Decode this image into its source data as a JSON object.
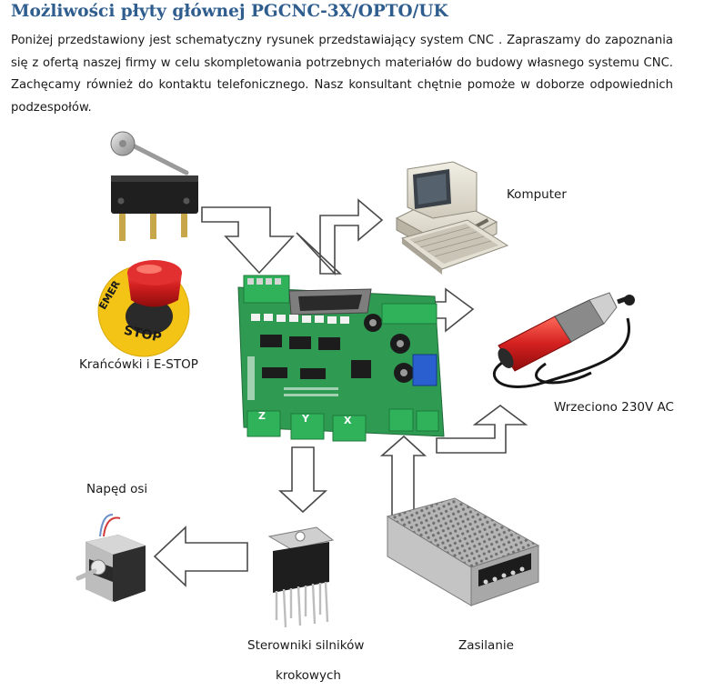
{
  "title": "Możliwości płyty głównej PGCNC-3X/OPTO/UK",
  "intro": "Poniżej przedstawiony jest schematyczny rysunek przedstawiający system CNC . Zapraszamy do zapoznania się z ofertą naszej firmy w celu skompletowania potrzebnych materiałów do budowy własnego systemu CNC. Zachęcamy również do kontaktu telefonicznego. Nasz konsultant chętnie pomoże w doborze odpowiednich podzespołów.",
  "labels": {
    "komputer": "Komputer",
    "krancowki": "Krańcówki i E-STOP",
    "wrzeciono": "Wrzeciono 230V AC",
    "naped": "Napęd osi",
    "sterowniki_1": "Sterowniki silników",
    "sterowniki_2": "krokowych",
    "zasilanie": "Zasilanie"
  },
  "estop_text": "EMERGENCY STOP",
  "axis_labels": [
    "Z",
    "Y",
    "X"
  ],
  "icons": [
    "limit-switch-icon",
    "emergency-stop-button-icon",
    "computer-icon",
    "cnc-controller-board-icon",
    "spindle-motor-icon",
    "stepper-motor-icon",
    "stepper-driver-chip-icon",
    "power-supply-icon"
  ],
  "colors": {
    "title": "#2e5d8e",
    "pcb": "#2f9a52",
    "estop_red": "#d81a1a",
    "estop_yellow": "#f3c316",
    "spindle_red": "#cc2222"
  }
}
